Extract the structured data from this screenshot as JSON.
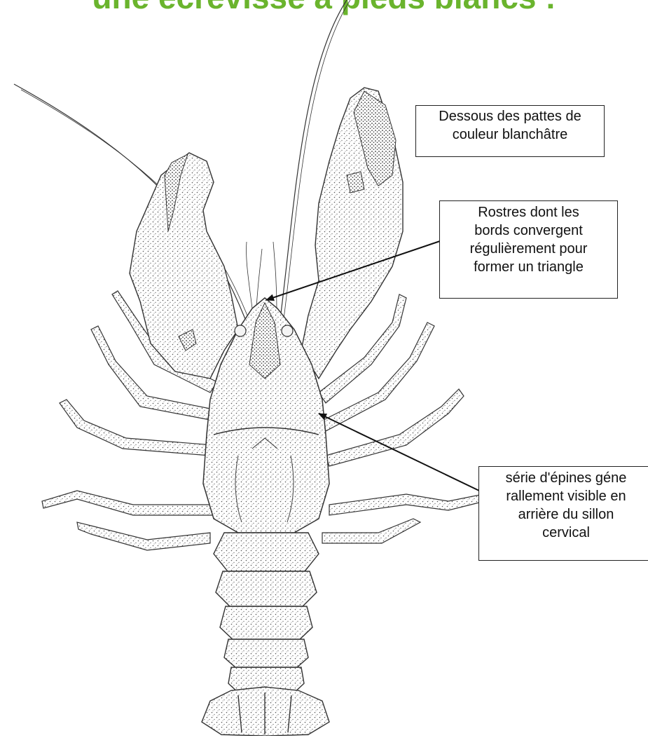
{
  "title": "une écrevisse à pieds blancs :",
  "labels": {
    "legs_underside": [
      "Dessous des pattes de",
      "couleur blanchâtre"
    ],
    "rostrum": [
      "Rostres dont les",
      "bords convergent",
      "régulièrement pour",
      "former un triangle"
    ],
    "spines": [
      "série d'épines géne",
      "rallement visible en",
      "arrière du sillon",
      "cervical"
    ]
  },
  "colors": {
    "title": "#6ab42d",
    "ink": "#222222"
  }
}
